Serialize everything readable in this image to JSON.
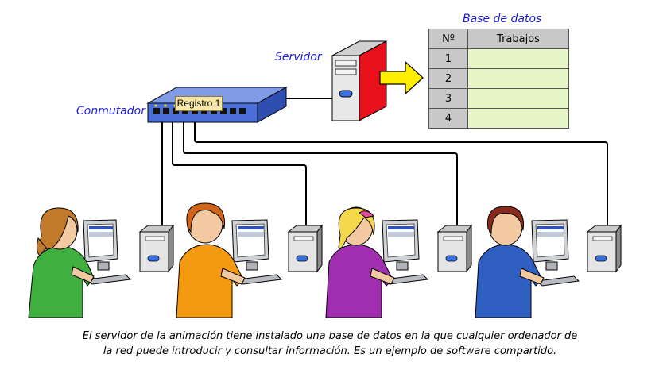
{
  "labels": {
    "base_de_datos": "Base de datos",
    "servidor": "Servidor",
    "conmutador": "Conmutador",
    "registro": "Registro 1"
  },
  "table": {
    "headers": [
      "Nº",
      "Trabajos"
    ],
    "rows": [
      {
        "num": "1",
        "value": ""
      },
      {
        "num": "2",
        "value": ""
      },
      {
        "num": "3",
        "value": ""
      },
      {
        "num": "4",
        "value": ""
      }
    ]
  },
  "caption": {
    "line1": "El servidor de la animación tiene instalado una base de datos en la que cualquier ordenador de",
    "line2": "la red puede introducir y consultar información. Es un ejemplo de software compartido."
  },
  "colors": {
    "label_blue": "#1a1adb",
    "switch_blue": "#4a6fd8",
    "server_red": "#e8101a",
    "arrow_yellow": "#ffee00",
    "table_header_gray": "#c8c8c8",
    "table_cell_green": "#e6f6c6",
    "shirt_green": "#3fb03f",
    "shirt_orange": "#f49a10",
    "shirt_purple": "#a02fb0",
    "shirt_blue": "#2f5fc0"
  }
}
